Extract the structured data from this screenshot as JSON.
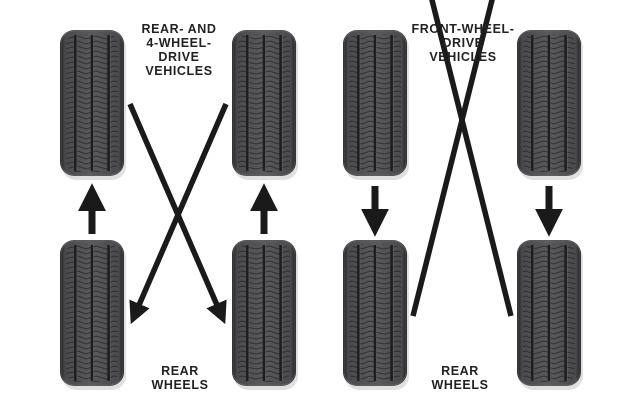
{
  "panels": [
    {
      "id": "rear-and-4wd",
      "title_lines": [
        "REAR- AND",
        "4-WHEEL-",
        "DRIVE",
        "VEHICLES"
      ],
      "rear_label_lines": [
        "REAR",
        "WHEELS"
      ],
      "moves": [
        {
          "from": "rear-left",
          "to": "front-left"
        },
        {
          "from": "rear-right",
          "to": "front-right"
        },
        {
          "from": "front-left",
          "to": "rear-right"
        },
        {
          "from": "front-right",
          "to": "rear-left"
        }
      ]
    },
    {
      "id": "front-wheel-drive",
      "title_lines": [
        "FRONT-WHEEL-",
        "DRIVE",
        "VEHICLES"
      ],
      "rear_label_lines": [
        "REAR",
        "WHEELS"
      ],
      "moves": [
        {
          "from": "front-left",
          "to": "rear-left"
        },
        {
          "from": "front-right",
          "to": "rear-right"
        },
        {
          "from": "rear-left",
          "to": "front-right"
        },
        {
          "from": "rear-right",
          "to": "front-left"
        }
      ]
    }
  ],
  "colors": {
    "tire": "#3c3c3e",
    "tread_dark": "#1e1e20",
    "tread_light": "#7a7a7c",
    "arrow": "#1a1a1a",
    "text": "#222222"
  }
}
